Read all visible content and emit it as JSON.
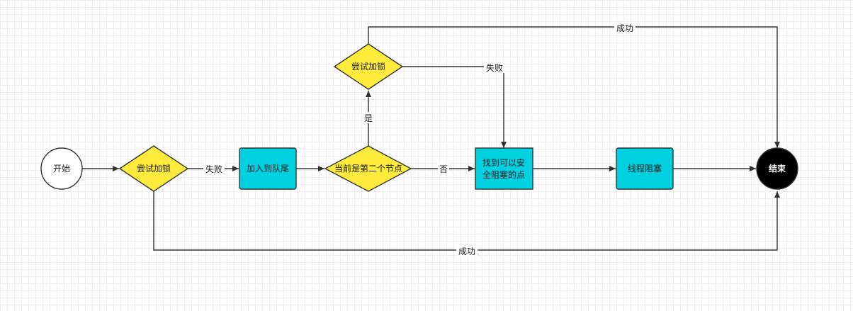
{
  "diagram": {
    "nodes": {
      "start": {
        "label": "开始"
      },
      "try_lock_1": {
        "label": "尝试加锁"
      },
      "enqueue": {
        "label": "加入到队尾"
      },
      "is_second": {
        "label": "当前是第二个节点"
      },
      "try_lock_2": {
        "label": "尝试加锁"
      },
      "find_safe_1": {
        "label": "找到可以安"
      },
      "find_safe_2": {
        "label": "全阻塞的点"
      },
      "park": {
        "label": "线程阻塞"
      },
      "end": {
        "label": "结束"
      }
    },
    "edges": {
      "fail_1": {
        "label": "失败"
      },
      "yes": {
        "label": "是"
      },
      "no": {
        "label": "否"
      },
      "fail_2": {
        "label": "失败"
      },
      "success_top": {
        "label": "成功"
      },
      "success_bottom": {
        "label": "成功"
      }
    },
    "colors": {
      "decision_fill": "#ffeb3b",
      "process_fill": "#00d1e0",
      "end_fill": "#000000",
      "start_fill": "#ffffff",
      "stroke": "#333333"
    }
  }
}
